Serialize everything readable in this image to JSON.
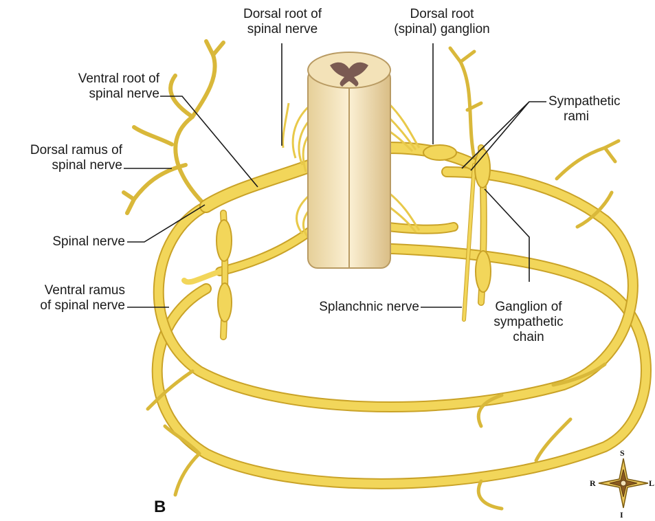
{
  "figure_tag": "B",
  "labels": {
    "dorsal_root": [
      "Dorsal root of",
      "spinal nerve"
    ],
    "dorsal_root_ganglion": [
      "Dorsal root",
      "(spinal) ganglion"
    ],
    "ventral_root": [
      "Ventral root of",
      "spinal nerve"
    ],
    "sympathetic_rami": [
      "Sympathetic",
      "rami"
    ],
    "dorsal_ramus": [
      "Dorsal ramus of",
      "spinal nerve"
    ],
    "spinal_nerve": "Spinal nerve",
    "ventral_ramus": [
      "Ventral ramus",
      "of spinal nerve"
    ],
    "splanchnic_nerve": "Splanchnic nerve",
    "ganglion_chain": [
      "Ganglion of",
      "sympathetic",
      "chain"
    ]
  },
  "compass": {
    "superior": "S",
    "inferior": "I",
    "right": "R",
    "left": "L"
  },
  "colors": {
    "nerve": "#f2d65a",
    "nerve_edge": "#c9a227",
    "cord": "#f3e2b8",
    "cord_edge": "#b89a62",
    "gray_matter": "#7a5a52",
    "leader": "#1a1a1a"
  }
}
